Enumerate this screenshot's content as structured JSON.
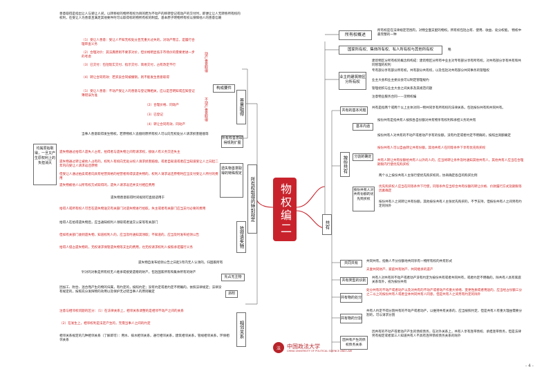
{
  "center": "物权编二",
  "left": {
    "top_text": "善意取得是指出让人与受让人间，以转移标的物所有权为目的而为不动产的移转登记或动产的交付时，即便让让人无转移所有权的权利，在受让人为善意且满足其他要件时可以取得标的物所有权的制度。基本原子明物所有权以保障他人的善意信赖",
    "movable_items": [
      "（1）受让人善意：受让人不知无权处分且无重大过失的，对动产而言，是履行合理审查义务",
      "（2）合理对价：其法典原则不要求对价，但价格明显低于市场价的需要更进一步的考虑",
      "（3）已交付：包括现实交付、指示交付、简易交付，占有改定不行",
      "（4）转让合同有效：若买卖合同被撤销，则不能发生善意取得"
    ],
    "movable_label": "动产善意取得",
    "immovable_items": [
      "（1）受让人善意：不动产受让人的善意与登记簿相关，应以是否明知或应知登记簿错误为准",
      "（2）合理价格、同动产",
      "（3）已登记",
      "（4）转让合同有效、同动产"
    ],
    "immovable_label": "不动产善意取得",
    "elements_label": "构成要件",
    "good_faith_box": "善意取得",
    "effect_text": "当事人善意取得发生物权，若原物权人追偿则原所有权人可以向无权处分人请求损害赔偿等",
    "effect_label": "所有权善意取得规则扩展",
    "lost_text_1": "遗失物通过拾得人遗失人占有，拾得者与遗失物之间有请求权，接收人有义务交还失主",
    "lost_text_2": "遗失物通过转让被他人占有的，权利人有权向无处分权人请求损害赔偿，或者自知道或者应当知道受让人之日起二年内向受让人请求返还原物",
    "lost_text_3": "但受让人通过拍卖或者向具有经营资格的经营者购得该遗失物的，权利人请求返还原物时应当支付受让人所付的费用",
    "lost_text_4": "遗失物被他人以所有权方式取得的，遗失人请求返还并支付相应费用",
    "lost_text_5": "遗失物善意取得时间规则可直接适用于",
    "lost_label": "遗失物善意取得的特殊规定",
    "special_box": "所有权取得的特别规定",
    "finder_text_1": "拾得人或所有权人可否在遗失物送交有关部门对遗失物进行拾取，失主或者有关部门应当支付必要的费用",
    "finder_text_2": "拾得人在拾得遗失物后，应当通知权利人领取或者送交公安等有关部门",
    "finder_text_3": "但如有关部门收到遗失物，知道权利人的，应当及时通知其领取；不知道的，应当及时发布招领公告",
    "finder_text_4": "拾得人侵占遗失物的，无权请求保管遗失物等支出的费用，也无权请求权利人按照承诺履行义务",
    "finder_text_5": "遗失物自发布招领公告之日起1年内无人认领的，归国家所有",
    "finder_label": "拾得遗失物",
    "first_occupy_text": "针对的对象是所有权无人继承或接受遗赠的财产，包括国家所有和集体所有的财产",
    "first_occupy_label": "先占无主物",
    "accession_text": "因加工、附合、混合而产生的物的归属，有约定的，按照约定；没有约定或者约定不明确的，依照法律规定；法律没有规定的，按照充分发挥物的效用以及保护无过错当事人的原则确定",
    "accession_label": "添附",
    "neighbor_text_1": "注意与相邻权问题的区分：（1）在法律关系上，相邻关系调整的是相邻不动产之间的关系",
    "neighbor_text_2": "（2）在发生上，相邻权利是法定产生的，无需当事人之间的约定",
    "neighbor_text_3": "相邻关系规定的几种相邻关系（了解即可）：用水、排水相邻关系，通行相邻关系，建筑相邻关系，管线相邻关系，环保相邻关系",
    "neighbor_label": "相邻关系",
    "side_text": "均属原始取得，一旦又产生原权利上的负担消灭"
  },
  "right": {
    "overview_box": "所有权概述",
    "overview_text": "所有权是在法律规定范围内，对物全面支配的物权。所有权包括占有、使用、收益、处分权能。 物权中最完整的一种",
    "overview_highlight": "占有、使用、收益、处分权能",
    "three_box": "国家所有权、集体所有权、私人所有权与其他所有权",
    "three_tail": "略",
    "condo_box": "业主的建筑物区分所有权",
    "condo_items": [
      "建筑物区分所有权的概念和构成：建筑物区分所有中业主对专有部分享有所有权，对共有部分享有共有和共同管理的权利",
      "专有部分享有部分所有权，共有部分共有权，以及包括对共有部分共同事务的管理权",
      "业主大会和业主委员会可以制定管理规约",
      "管理组织与业主大会之间关系及其规范问题",
      "注意物业服务合同——见物权编"
    ],
    "coown_box": "共有",
    "basic_box": "共有的基本问题",
    "basic_text": "共有是指两个或两个以上主体对同一物共同享有所有权的法律关系。包括按份共有和共同共有。",
    "share_box": "按份共有",
    "share_concept": "按份共有是指共有人按照各自份额对共有物享有权利和承担义务的共有",
    "share_basic": "基本内涵",
    "share_dispose": "分割的确定",
    "share_dispose_text": "按份共有人对共有的不动产或者动产享有的份额，没有约定或者约定不明确的，按照出资额确定",
    "share_red_1": "按份共有人可以自由转让共有份额，其他共有人在同等条件下享有优先购买权",
    "share_red_2": "共有人转让共有份额给共有人以外的人的，应当将转让条件及时通知其他共有人，其他共有人应当在合理期限内行使优先购买权",
    "preempt_box": "按份共有人对共有份额的优先购买权",
    "preempt_text_1": "两个以上按份共有人主张行使优先购买权的，协商确定各自的购买比例",
    "preempt_text_2": "优先购买权人应当在同等条件下行使，同等条件应当综合共有份额的转让价格、价款履行方式及期限等因素确定",
    "preempt_text_3": "按份共有人之间转让共有份额，其他按份共有人主张优先购买的，不予支持，但按份共有人之间另有约定的除外",
    "joint_box": "共同共有",
    "joint_text": "共同共有，指数人不分份额地共同享有一物所有权的共有形式",
    "joint_red": "夫妻共同财产、家庭共有财产、共同继承的遗产",
    "type_box": "共有类型的识别",
    "type_text": "共有人对共有的不动产或者动产没有约定为按份共有或者共同共有，或者约定不明确的，除共有人具有家庭关系等外，视为按份共有",
    "manage_box": "共有物的处分",
    "manage_text": "处分共有的不动产或者动产以及对共有的不动产或者动产作重大修缮、变更性质或者用途的，应当经占份额三分之二以上的按份共有人或者全体共同共有人同意，但是共有人之间另有约定的除外",
    "split_box": "共有物的分割",
    "split_text": "共有人约定不得分割共有的不动产或者动产，以维持共有关系的，应当按照约定，但是共有人有重大理由需要分割的，可以请求分割",
    "extern_box": "因共有产生的债权债务关系",
    "extern_text": "因共有的不动产或者动产产生的债权债务，在对外关系上，共有人享有连带债权、承担连带债务，但是法律另有规定或者第三人知道共有人不具有连带债权债务关系的除外"
  },
  "logo": {
    "name": "中国政法大学",
    "sub": "CHINA UNIVERSITY OF POLITICAL SCIENCE AND LAW"
  },
  "page_number": "- 4 -"
}
